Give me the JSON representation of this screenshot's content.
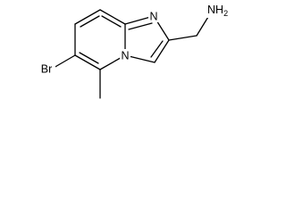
{
  "molecule": {
    "atom_labels": {
      "n_bridge": "N",
      "n_ring": "N",
      "bromine": "Br",
      "amine": "NH",
      "amine_subscript": "2"
    },
    "line_color": "#000000",
    "background": "#ffffff"
  }
}
